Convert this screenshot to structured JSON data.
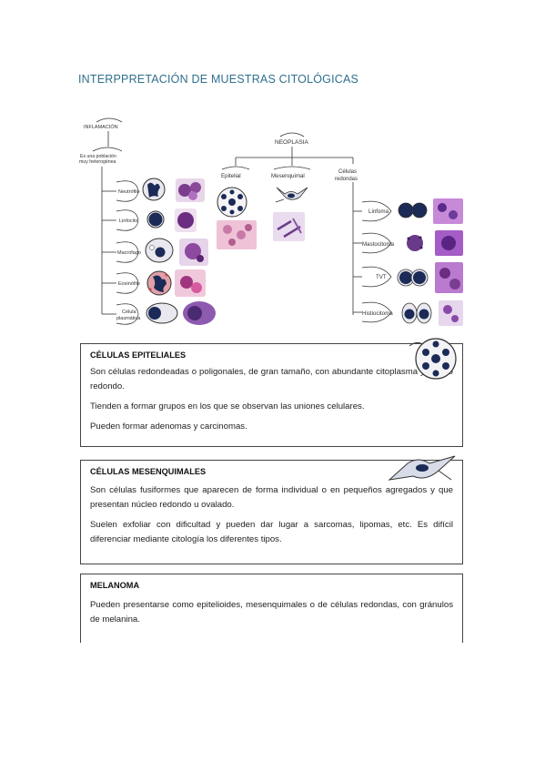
{
  "title": "INTERPPRETACIÓN DE MUESTRAS CITOLÓGICAS",
  "diagram": {
    "inflamacion": "INFLAMACIÓN",
    "poblacion_line1": "Es una población",
    "poblacion_line2": "muy heterogénea",
    "inflam_cells": [
      "Neutrófilo",
      "Linfocito",
      "Macrófago",
      "Eosinófilo",
      "Célula",
      "plasmática"
    ],
    "neoplasia": "NEOPLASIA",
    "neo_branches": [
      "Epitelial",
      "Mesenquimal",
      "Células",
      "redondas"
    ],
    "round_cells": [
      "Linfoma",
      "Mastocitoma",
      "TVT",
      "Histiocitoma"
    ]
  },
  "boxes": {
    "epiteliales": {
      "heading": "CÉLULAS EPITELIALES",
      "p1": "Son células redondeadas o poligonales, de gran tamaño, con abundante citoplasma y núcleo redondo.",
      "p2": "Tienden a formar grupos en los que se observan las uniones celulares.",
      "p3": "Pueden formar adenomas y carcinomas."
    },
    "mesenquimales": {
      "heading": "CÉLULAS MESENQUIMALES",
      "p1": "Son células fusiformes que aparecen de forma individual o en pequeños agregados y que presentan núcleo redondo u ovalado.",
      "p2": "Suelen exfoliar con dificultad y pueden dar lugar a sarcomas, lipomas, etc. Es difícil diferenciar mediante citología los diferentes tipos."
    },
    "melanoma": {
      "heading": "MELANOMA",
      "p1": "Pueden presentarse como epitelioides, mesenquimales o de células redondas, con gránulos de melanina."
    }
  },
  "colors": {
    "title": "#2f6f8c",
    "nucleus": "#1b2a57",
    "stain": "#b070c0",
    "box_border": "#444444"
  },
  "icons": [
    "epithelial-cluster-icon",
    "spindle-cell-icon"
  ]
}
